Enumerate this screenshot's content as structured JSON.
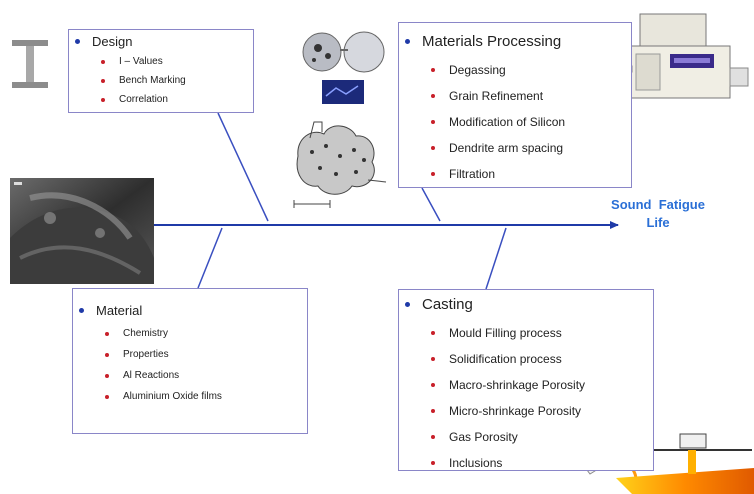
{
  "outcome": {
    "line1": "Sound  Fatigue",
    "line2": "Life"
  },
  "causes": {
    "design": {
      "title": "Design",
      "items": [
        "I – Values",
        "Bench Marking",
        "Correlation"
      ]
    },
    "material": {
      "title": "Material",
      "items": [
        "Chemistry",
        "Properties",
        "Al Reactions",
        "Aluminium Oxide films"
      ]
    },
    "processing": {
      "title": "Materials Processing",
      "items": [
        "Degassing",
        "Grain Refinement",
        "Modification of Silicon",
        "Dendrite arm spacing",
        "Filtration"
      ]
    },
    "casting": {
      "title": "Casting",
      "items": [
        "Mould Filling process",
        "Solidification process",
        "Macro-shrinkage Porosity",
        "Micro-shrinkage Porosity",
        "Gas Porosity",
        "Inclusions"
      ]
    }
  },
  "colors": {
    "spine": "#1f3aa8",
    "box_border": "#8a86c8",
    "title_bullet": "#1f3aa8",
    "item_bullet": "#c8202a",
    "outcome_text": "#2a6fd6"
  },
  "icons": [
    "i-beam-icon",
    "microstructure-photo",
    "grain-structure-illustration",
    "furnace-equipment-illustration",
    "sem-micrograph-photo",
    "ladle-pouring-illustration"
  ]
}
